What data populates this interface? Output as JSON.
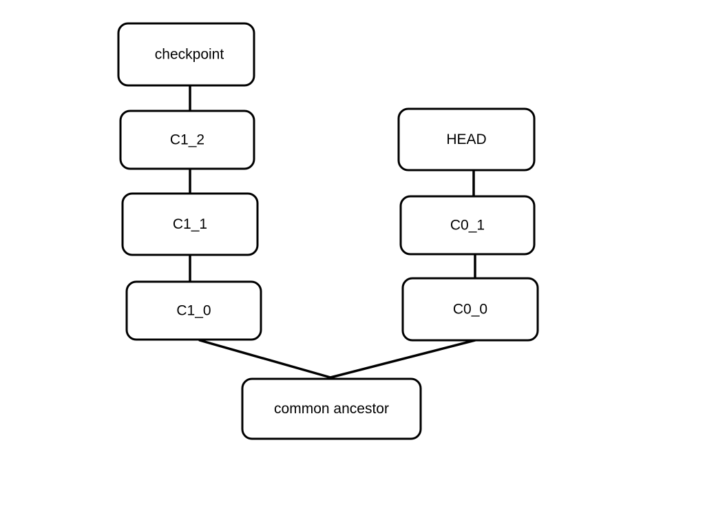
{
  "diagram": {
    "nodes": [
      {
        "id": "checkpoint",
        "label": "checkpoint"
      },
      {
        "id": "c1_2",
        "label": "C1_2"
      },
      {
        "id": "c1_1",
        "label": "C1_1"
      },
      {
        "id": "c1_0",
        "label": "C1_0"
      },
      {
        "id": "head",
        "label": "HEAD"
      },
      {
        "id": "c0_1",
        "label": "C0_1"
      },
      {
        "id": "c0_0",
        "label": "C0_0"
      },
      {
        "id": "common_ancestor",
        "label": "common ancestor"
      }
    ],
    "edges": [
      {
        "from": "checkpoint",
        "to": "c1_2"
      },
      {
        "from": "c1_2",
        "to": "c1_1"
      },
      {
        "from": "c1_1",
        "to": "c1_0"
      },
      {
        "from": "c1_0",
        "to": "common_ancestor"
      },
      {
        "from": "head",
        "to": "c0_1"
      },
      {
        "from": "c0_1",
        "to": "c0_0"
      },
      {
        "from": "c0_0",
        "to": "common_ancestor"
      }
    ]
  }
}
